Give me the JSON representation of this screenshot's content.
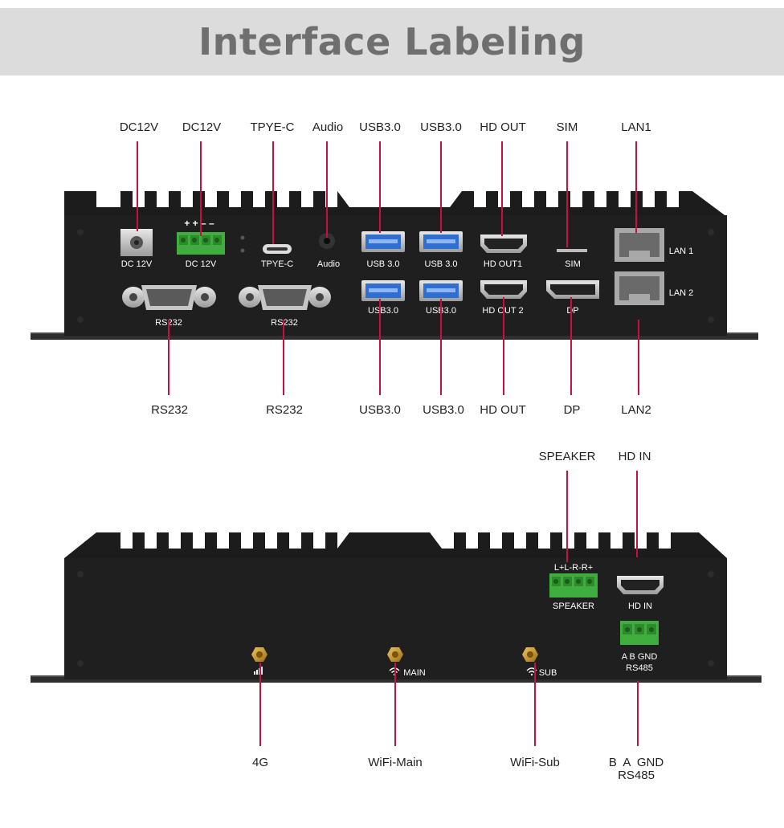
{
  "title": "Interface Labeling",
  "top_callouts": {
    "dc12v_1": "DC12V",
    "dc12v_2": "DC12V",
    "tpye_c": "TPYE-C",
    "audio": "Audio",
    "usb30_1": "USB3.0",
    "usb30_2": "USB3.0",
    "hd_out": "HD OUT",
    "sim": "SIM",
    "lan1": "LAN1"
  },
  "mid_callouts": {
    "rs232_1": "RS232",
    "rs232_2": "RS232",
    "usb30_3": "USB3.0",
    "usb30_4": "USB3.0",
    "hd_out_2": "HD OUT",
    "dp": "DP",
    "lan2": "LAN2"
  },
  "back_top_callouts": {
    "speaker": "SPEAKER",
    "hd_in": "HD IN"
  },
  "bottom_callouts": {
    "g4": "4G",
    "wifi_main": "WiFi-Main",
    "wifi_sub": "WiFi-Sub",
    "rs485_line1": "B  A  GND",
    "rs485_line2": "RS485"
  },
  "front_panel_labels": {
    "dc12v_a": "DC 12V",
    "dc12v_b": "DC 12V",
    "polarity": "+ + – –",
    "tpye_c": "TPYE-C",
    "audio": "Audio",
    "usb_top_1": "USB 3.0",
    "usb_top_2": "USB 3.0",
    "hd_out1": "HD  OUT1",
    "sim": "SIM",
    "lan1": "LAN 1",
    "rs232_a": "RS232",
    "rs232_b": "RS232",
    "usb_bot_1": "USB3.0",
    "usb_bot_2": "USB3.0",
    "hd_out2": "HD  OUT 2",
    "dp": "DP",
    "lan2": "LAN 2"
  },
  "back_panel_labels": {
    "speaker_pins": "L+L-R-R+",
    "speaker": "SPEAKER",
    "hd_in": "HD IN",
    "rs485_pins": "A  B  GND",
    "rs485": "RS485",
    "main": "MAIN",
    "sub": "SUB"
  },
  "colors": {
    "accent_line": "#c8103e",
    "chassis": "#1c1c1c",
    "terminal_green": "#3fae3f",
    "usb_blue": "#2f6fd1",
    "banner": "#dcdcdc"
  }
}
